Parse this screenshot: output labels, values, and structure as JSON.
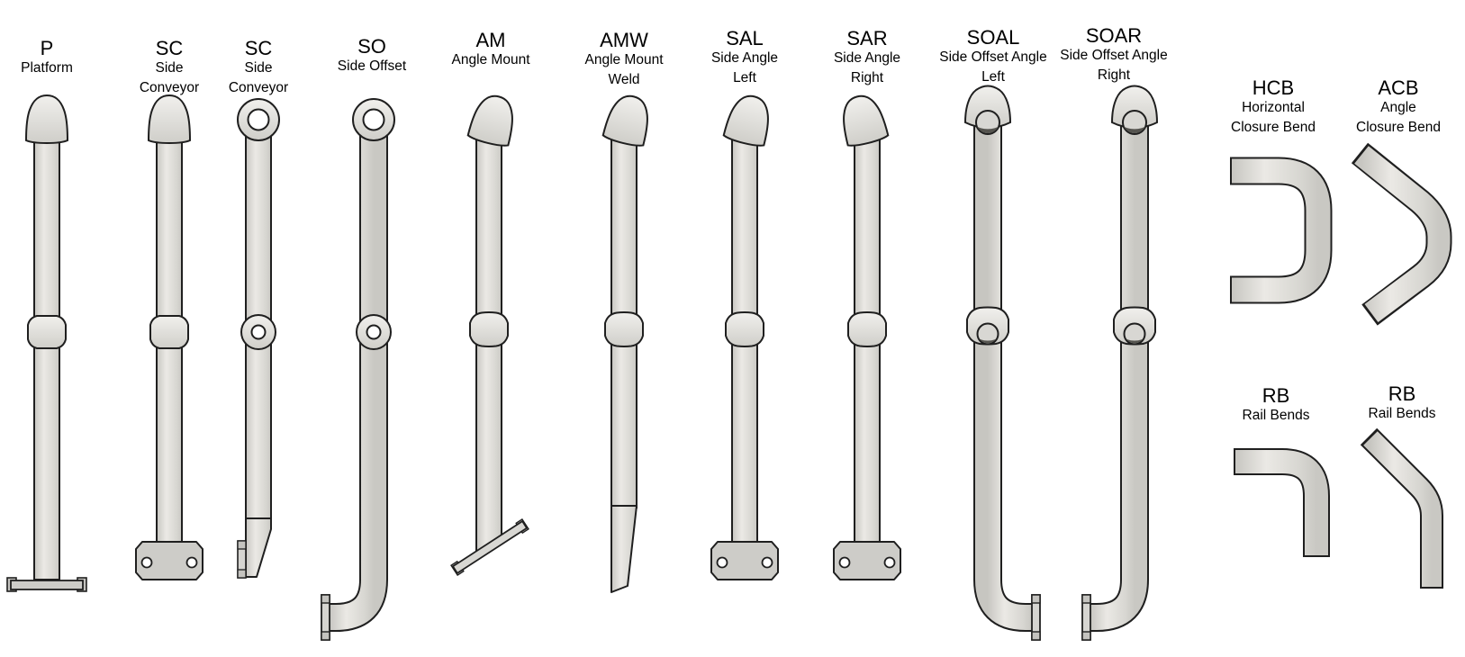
{
  "diagram": {
    "background": "#ffffff",
    "outline_color": "#1f1f1f",
    "tube_color": "#d9d8d3",
    "plate_color": "#cdccc8",
    "text_color": "#000000"
  },
  "items": [
    {
      "code": "P",
      "lines": [
        "Platform"
      ]
    },
    {
      "code": "SC",
      "lines": [
        "Side",
        "Conveyor"
      ]
    },
    {
      "code": "SC",
      "lines": [
        "Side",
        "Conveyor"
      ]
    },
    {
      "code": "SO",
      "lines": [
        "Side Offset"
      ]
    },
    {
      "code": "AM",
      "lines": [
        "Angle Mount"
      ]
    },
    {
      "code": "AMW",
      "lines": [
        "Angle Mount",
        "Weld"
      ]
    },
    {
      "code": "SAL",
      "lines": [
        "Side Angle",
        "Left"
      ]
    },
    {
      "code": "SAR",
      "lines": [
        "Side Angle",
        "Right"
      ]
    },
    {
      "code": "SOAL",
      "lines": [
        "Side Offset Angle",
        "Left"
      ]
    },
    {
      "code": "SOAR",
      "lines": [
        "Side Offset Angle",
        "Right"
      ]
    },
    {
      "code": "HCB",
      "lines": [
        "Horizontal",
        "Closure Bend"
      ]
    },
    {
      "code": "ACB",
      "lines": [
        "Angle",
        "Closure Bend"
      ]
    },
    {
      "code": "RB",
      "lines": [
        "Rail Bends"
      ]
    },
    {
      "code": "RB",
      "lines": [
        "Rail Bends"
      ]
    }
  ]
}
